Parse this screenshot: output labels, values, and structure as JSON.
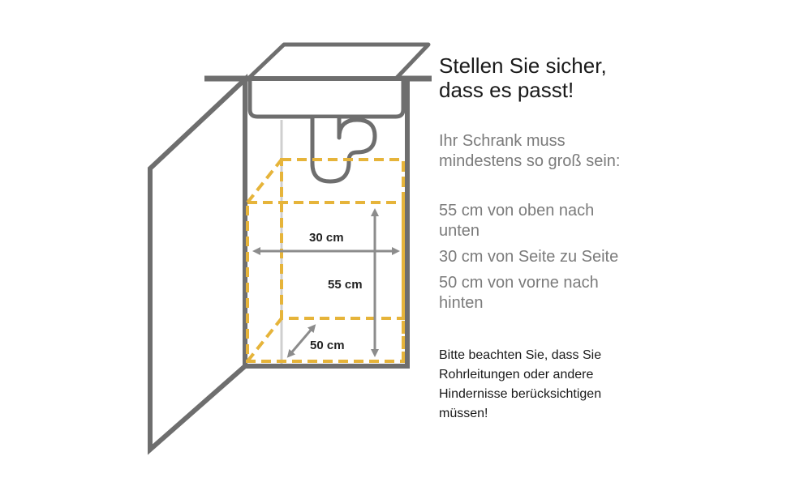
{
  "headline": [
    "Stellen Sie sicher,",
    "dass es passt!"
  ],
  "subhead": [
    "Ihr Schrank muss",
    "mindestens so groß sein:"
  ],
  "requirements": [
    "55 cm von oben nach unten",
    "30 cm von Seite zu Seite",
    "50 cm von vorne nach hinten"
  ],
  "note": "Bitte beachten Sie, dass Sie Rohrleitungen oder andere Hindernisse berücksichtigen müssen!",
  "dimensions": {
    "width_label": "30 cm",
    "height_label": "55 cm",
    "depth_label": "50 cm"
  },
  "colors": {
    "cabinet": "#6e6e6e",
    "dashed_box": "#e6b43a",
    "arrows": "#8c8c8c",
    "headline": "#1a1a1a",
    "secondary_text": "#7b7b7b"
  }
}
